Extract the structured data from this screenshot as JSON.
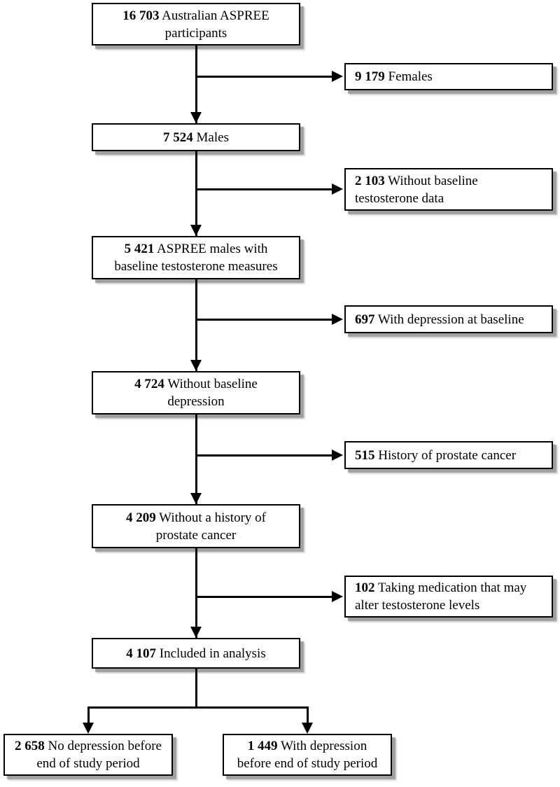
{
  "diagram": {
    "type": "participant-flow-diagram",
    "main_flow": [
      {
        "number": "16 703",
        "label": "Australian ASPREE participants"
      },
      {
        "number": "7 524",
        "label": "Males"
      },
      {
        "number": "5 421",
        "label": "ASPREE males with baseline testosterone measures"
      },
      {
        "number": "4 724",
        "label": "Without baseline depression"
      },
      {
        "number": "4 209",
        "label": "Without a history of prostate cancer"
      },
      {
        "number": "4 107",
        "label": "Included in analysis"
      }
    ],
    "exclusions": [
      {
        "number": "9 179",
        "label": "Females"
      },
      {
        "number": "2 103",
        "label": "Without baseline testosterone data"
      },
      {
        "number": "697",
        "label": "With depression at baseline"
      },
      {
        "number": "515",
        "label": "History of prostate cancer"
      },
      {
        "number": "102",
        "label": "Taking medication that may alter testosterone levels"
      }
    ],
    "outcomes": [
      {
        "number": "2 658",
        "label": "No depression before end of study period"
      },
      {
        "number": "1 449",
        "label": "With depression before end of study period"
      }
    ],
    "colors": {
      "box_background": "#ffffff",
      "box_border": "#000000",
      "box_shadow": "#9f9f9f",
      "line": "#000000",
      "text": "#000000"
    }
  }
}
